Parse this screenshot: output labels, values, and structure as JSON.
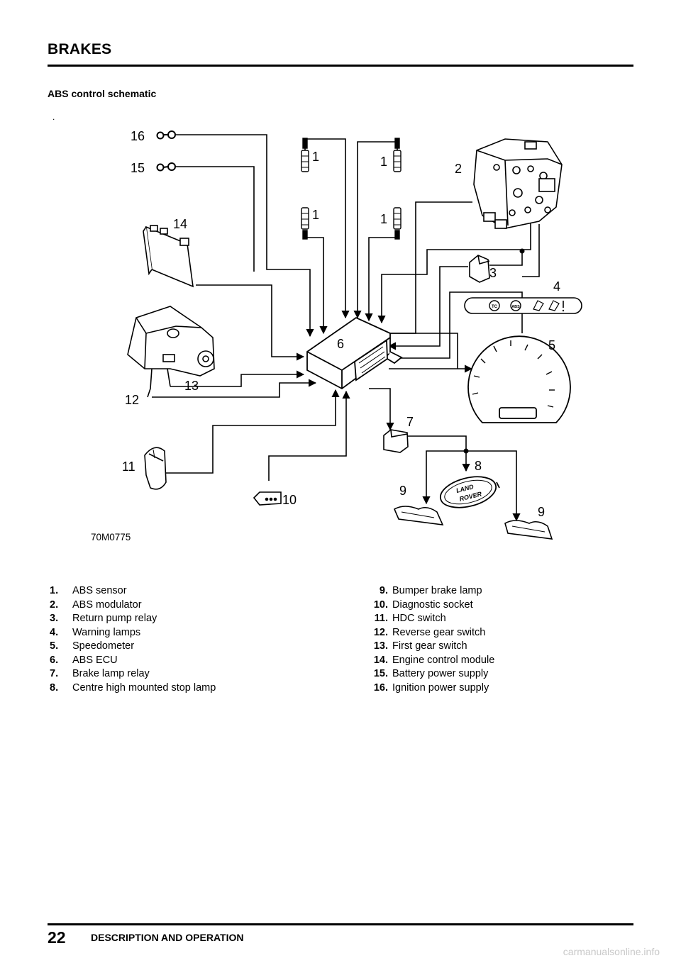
{
  "header": {
    "section": "BRAKES",
    "subtitle": "ABS control schematic",
    "dot": "."
  },
  "diagram": {
    "figure_ref": "70M0775",
    "callouts": [
      "16",
      "15",
      "14",
      "1",
      "1",
      "1",
      "1",
      "2",
      "3",
      "4",
      "5",
      "6",
      "7",
      "8",
      "9",
      "9",
      "10",
      "11",
      "12",
      "13"
    ],
    "lamp_icons": [
      "TC",
      "ABS"
    ],
    "badge_text": [
      "LAND",
      "ROVER"
    ]
  },
  "legend": {
    "left": [
      {
        "num": "1.",
        "text": "ABS sensor"
      },
      {
        "num": "2.",
        "text": "ABS modulator"
      },
      {
        "num": "3.",
        "text": "Return pump relay"
      },
      {
        "num": "4.",
        "text": "Warning lamps"
      },
      {
        "num": "5.",
        "text": "Speedometer"
      },
      {
        "num": "6.",
        "text": "ABS ECU"
      },
      {
        "num": "7.",
        "text": "Brake lamp relay"
      },
      {
        "num": "8.",
        "text": "Centre high mounted stop lamp"
      }
    ],
    "right": [
      {
        "num": "9.",
        "text": "Bumper brake lamp"
      },
      {
        "num": "10.",
        "text": "Diagnostic socket"
      },
      {
        "num": "11.",
        "text": "HDC switch"
      },
      {
        "num": "12.",
        "text": "Reverse gear switch"
      },
      {
        "num": "13.",
        "text": "First gear switch"
      },
      {
        "num": "14.",
        "text": "Engine control module"
      },
      {
        "num": "15.",
        "text": "Battery power supply"
      },
      {
        "num": "16.",
        "text": "Ignition power supply"
      }
    ]
  },
  "footer": {
    "page_number": "22",
    "section": "DESCRIPTION AND OPERATION"
  },
  "watermark": "carmanualsonline.info"
}
